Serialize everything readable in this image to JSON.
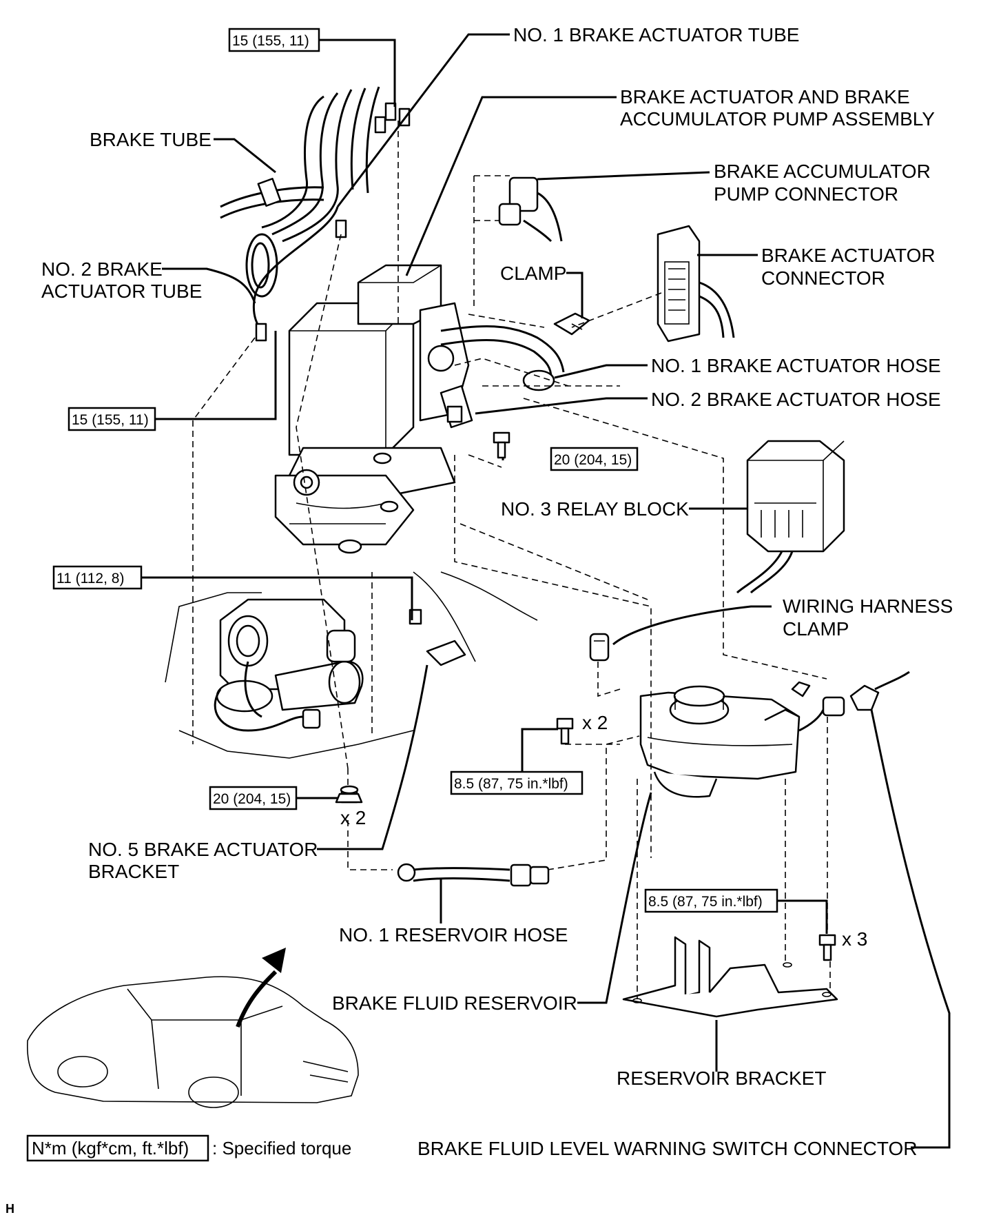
{
  "labels": {
    "no1_brake_actuator_tube": "NO. 1 BRAKE ACTUATOR TUBE",
    "brake_actuator_assembly_l1": "BRAKE ACTUATOR AND BRAKE",
    "brake_actuator_assembly_l2": "ACCUMULATOR PUMP ASSEMBLY",
    "brake_tube": "BRAKE TUBE",
    "accumulator_pump_connector_l1": "BRAKE ACCUMULATOR",
    "accumulator_pump_connector_l2": "PUMP CONNECTOR",
    "brake_actuator_connector_l1": "BRAKE ACTUATOR",
    "brake_actuator_connector_l2": "CONNECTOR",
    "clamp": "CLAMP",
    "no2_brake_actuator_tube_l1": "NO. 2 BRAKE",
    "no2_brake_actuator_tube_l2": "ACTUATOR TUBE",
    "no1_brake_actuator_hose": "NO. 1 BRAKE ACTUATOR HOSE",
    "no2_brake_actuator_hose": "NO. 2 BRAKE ACTUATOR HOSE",
    "no3_relay_block": "NO. 3 RELAY BLOCK",
    "wiring_harness_clamp_l1": "WIRING HARNESS",
    "wiring_harness_clamp_l2": "CLAMP",
    "no5_bracket_l1": "NO. 5 BRAKE ACTUATOR",
    "no5_bracket_l2": "BRACKET",
    "no1_reservoir_hose": "NO. 1 RESERVOIR HOSE",
    "brake_fluid_reservoir": "BRAKE FLUID RESERVOIR",
    "reservoir_bracket": "RESERVOIR BRACKET",
    "level_warning_switch_connector": "BRAKE FLUID LEVEL WARNING SWITCH CONNECTOR"
  },
  "torques": {
    "t_top": "15 (155, 11)",
    "t_left": "15 (155, 11)",
    "t_bolt_actuator": "20 (204, 15)",
    "t_bracket": "11 (112, 8)",
    "t_nut": "20 (204, 15)",
    "t_reservoir": "8.5 (87, 75 in.*lbf)",
    "t_res_bracket": "8.5 (87, 75 in.*lbf)"
  },
  "quantities": {
    "q_nut": "x 2",
    "q_reservoir": "x 2",
    "q_res_bracket": "x 3"
  },
  "legend": {
    "unit_box": "N*m (kgf*cm, ft.*lbf)",
    "description": ": Specified torque"
  },
  "corner_mark": "H"
}
